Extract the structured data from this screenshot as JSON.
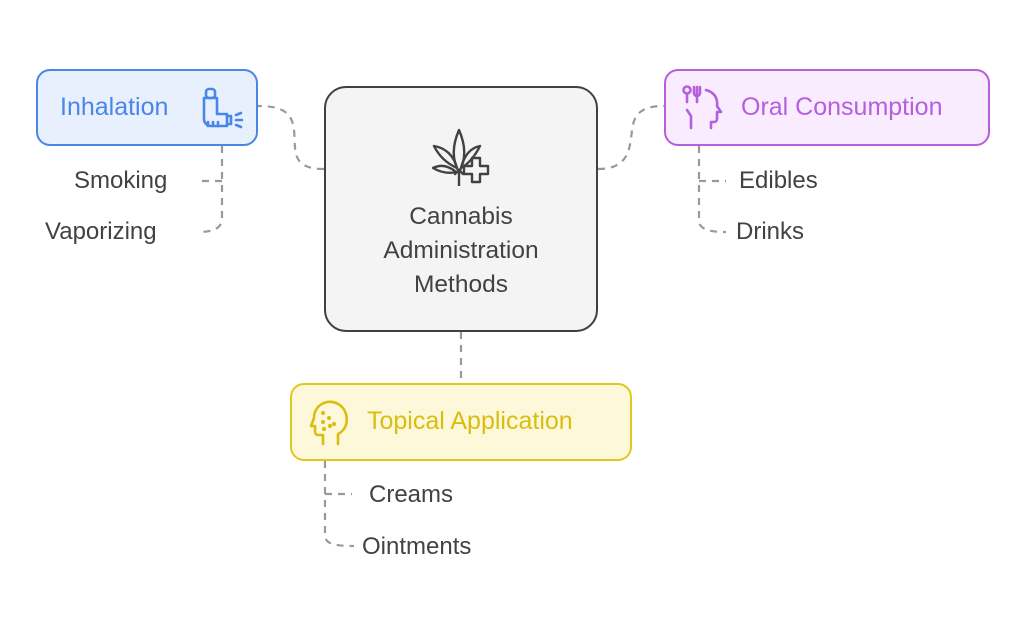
{
  "center": {
    "title_lines": [
      "Cannabis",
      "Administration",
      "Methods"
    ],
    "icon": "cannabis-medical-icon"
  },
  "branches": [
    {
      "id": "inhalation",
      "label": "Inhalation",
      "icon": "inhaler-icon",
      "color": "#4a86e8",
      "fill": "#e8f0fe",
      "items": [
        "Smoking",
        "Vaporizing"
      ]
    },
    {
      "id": "oral",
      "label": "Oral Consumption",
      "icon": "head-utensils-icon",
      "color": "#b55fdf",
      "fill": "#f9ecfe",
      "items": [
        "Edibles",
        "Drinks"
      ]
    },
    {
      "id": "topical",
      "label": "Topical Application",
      "icon": "head-skin-icon",
      "color": "#d9be10",
      "fill": "#fdf8d9",
      "items": [
        "Creams",
        "Ointments"
      ]
    }
  ],
  "connector_color": "#999999"
}
